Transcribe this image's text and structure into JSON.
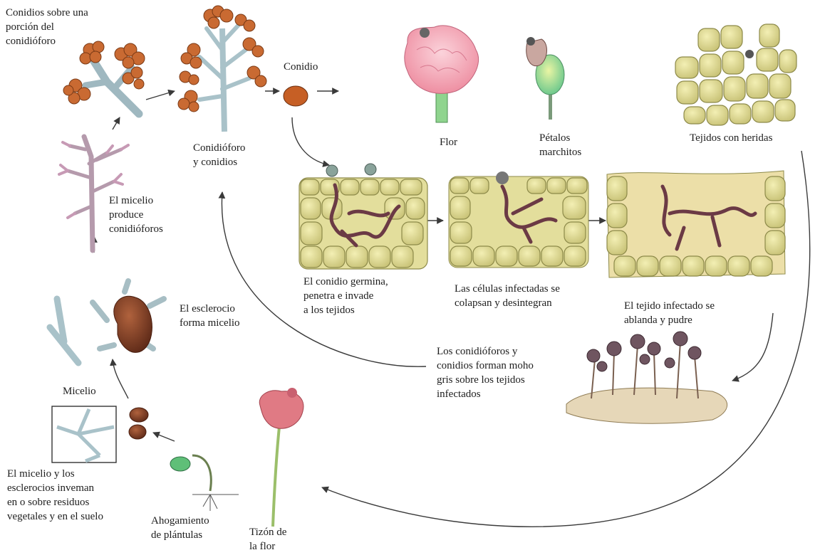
{
  "labels": {
    "conidios_porcion": "Conidios sobre una\nporción del\nconidióforo",
    "conidio": "Conidio",
    "flor": "Flor",
    "petalos": "Pétalos\nmarchitos",
    "tejidos_heridas": "Tejidos con heridas",
    "conidioforo_conidios": "Conidióforo\ny conidios",
    "micelio_produce": "El micelio\nproduce\nconidióforos",
    "germina": "El conidio germina,\npenetra  e  invade\na los tejidos",
    "colapsan": "Las células infectadas se\ncolapsan y desintegran",
    "ablanda": "El tejido infectado se\nablanda y pudre",
    "esclerocio": "El esclerocio\nforma micelio",
    "moho_gris": "Los conidióforos y\nconidios forman moho\ngris sobre los tejidos\ninfectados",
    "micelio": "Micelio",
    "invernan": "El micelio y los\nesclerocios inveman\nen o sobre residuos\nvegetales y en el suelo",
    "ahogamiento": "Ahogamiento\nde plántulas",
    "tizon": "Tizón de\nla flor"
  },
  "colors": {
    "hypha": "#b5c9cf",
    "conidia": "#c96a32",
    "cell": "#d9d48c",
    "cell_edge": "#8d8a4a",
    "mycelium": "#6b3a45",
    "petal": "#f2a3b0",
    "arrow": "#3a3a3a"
  }
}
